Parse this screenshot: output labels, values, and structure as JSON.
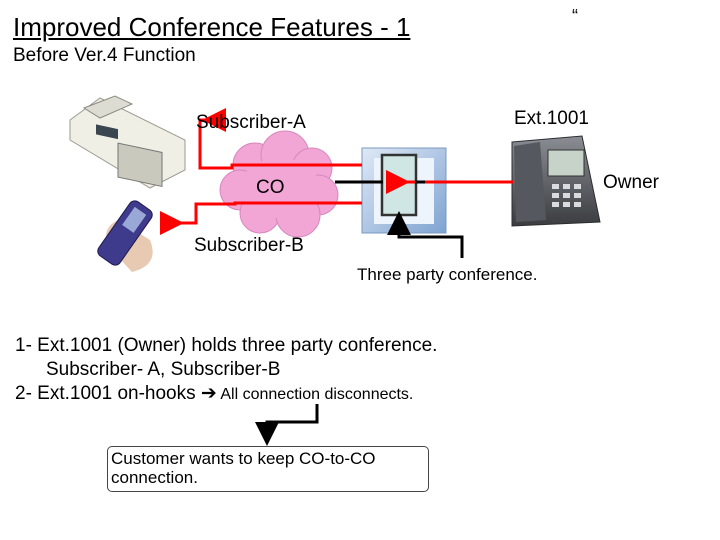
{
  "slide": {
    "title": "Improved Conference Features - 1",
    "quote_mark": "“",
    "subtitle": "Before Ver.4 Function"
  },
  "diagram": {
    "subscriber_a": "Subscriber-A",
    "subscriber_b": "Subscriber-B",
    "co": "CO",
    "ext": "Ext.1001",
    "owner": "Owner",
    "conference_label": "Three party conference.",
    "colors": {
      "line_red": "#ff0000",
      "line_black": "#000000",
      "cloud": "#f2a6d6"
    }
  },
  "notes": {
    "line1": "1- Ext.1001 (Owner) holds three party conference.",
    "line2": "Subscriber- A, Subscriber-B",
    "line3_prefix": "2- Ext.1001 on-hooks ",
    "line3_arrow": "➔",
    "line3_suffix": " All connection disconnects."
  },
  "customer_box": {
    "text": "Customer wants to keep CO-to-CO connection."
  }
}
